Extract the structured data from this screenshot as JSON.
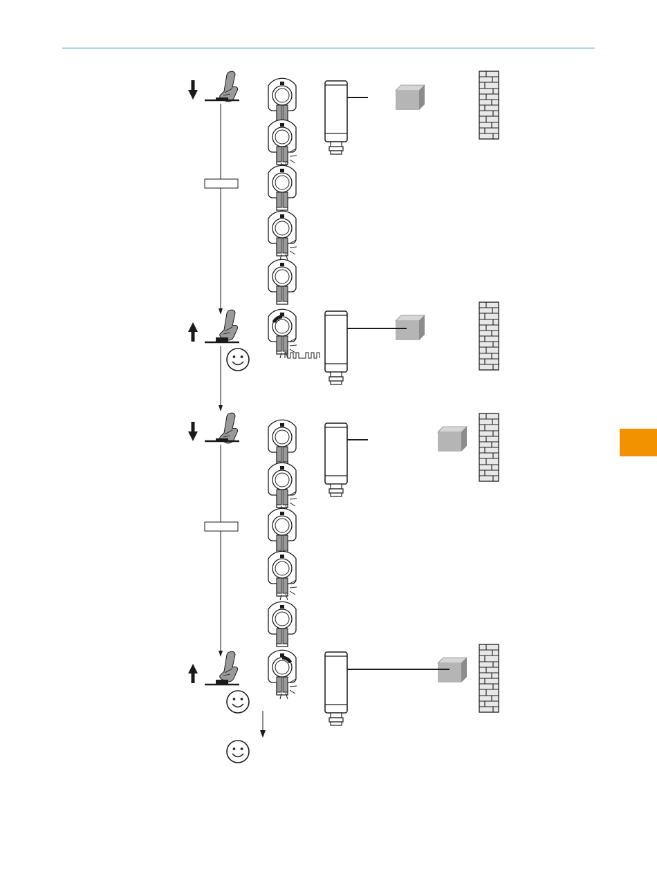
{
  "page": {
    "accent_color": "#1a8ac6",
    "tab_color": "#f39200"
  },
  "diagram": {
    "description_kind": "teach-in procedure illustration",
    "palette": {
      "ink": "#1a1a1a",
      "box_fill": "#b5b5b5",
      "box_top": "#d6d6d6",
      "box_side": "#8c8c8c",
      "brick_fill": "#e8e8e8",
      "led_fill": "#9a9a9a",
      "face_fill": "#ffffff"
    },
    "steps": [
      {
        "id": "step-1",
        "button_action": "press",
        "result_face": false,
        "object_position": "near",
        "beam": "short"
      },
      {
        "id": "step-2",
        "button_action": "release",
        "result_face": true,
        "object_position": "near",
        "beam": "to-object",
        "signal": true
      },
      {
        "id": "step-3",
        "button_action": "press",
        "result_face": false,
        "object_position": "at-background",
        "beam": "short"
      },
      {
        "id": "step-4",
        "button_action": "release",
        "result_face": true,
        "object_position": "at-background",
        "beam": "to-object",
        "final_face": true
      }
    ],
    "icons": [
      "finger-press-icon",
      "arrow-down-icon",
      "arrow-up-icon",
      "sensor-knob-icon",
      "sensor-housing-icon",
      "object-cube-icon",
      "background-wall-icon",
      "smiley-icon",
      "timer-box-icon",
      "pulse-signal-icon"
    ]
  }
}
